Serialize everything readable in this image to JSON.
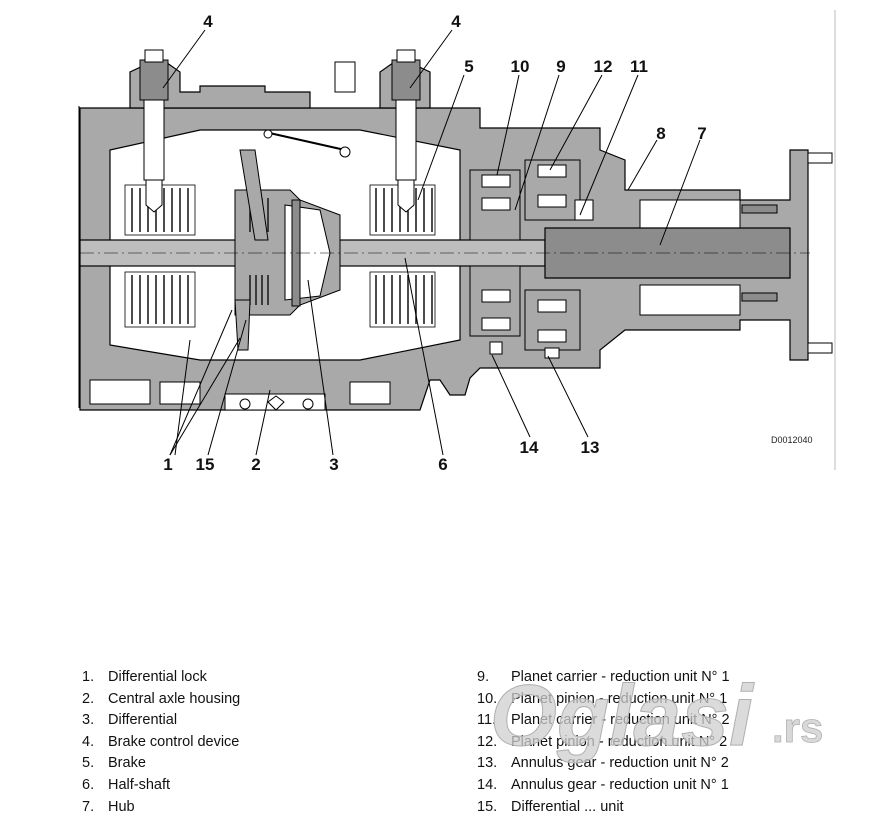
{
  "drawing_code": "D0012040",
  "callouts": [
    "4",
    "4",
    "5",
    "10",
    "9",
    "12",
    "11",
    "8",
    "7",
    "1",
    "15",
    "2",
    "3",
    "6",
    "14",
    "13"
  ],
  "legend_left": [
    {
      "num": "1.",
      "text": "Differential lock"
    },
    {
      "num": "2.",
      "text": "Central axle housing"
    },
    {
      "num": "3.",
      "text": "Differential"
    },
    {
      "num": "4.",
      "text": "Brake control device"
    },
    {
      "num": "5.",
      "text": "Brake"
    },
    {
      "num": "6.",
      "text": "Half-shaft"
    },
    {
      "num": "7.",
      "text": "Hub"
    }
  ],
  "legend_right": [
    {
      "num": "9.",
      "text": "Planet carrier - reduction unit N° 1"
    },
    {
      "num": "10.",
      "text": "Planet pinion - reduction unit N° 1"
    },
    {
      "num": "11.",
      "text": "Planet carrier - reduction unit N° 2"
    },
    {
      "num": "12.",
      "text": "Planet pinion - reduction unit N° 2"
    },
    {
      "num": "13.",
      "text": "Annulus gear - reduction unit N° 2"
    },
    {
      "num": "14.",
      "text": "Annulus gear - reduction unit N° 1"
    },
    {
      "num": "15.",
      "text": "Differential ... unit"
    }
  ],
  "watermark": {
    "brand": "Oglasi",
    "suffix": ".rs",
    "color": "#d9d9d9"
  },
  "colors": {
    "housing": "#a9a9a9",
    "housing_dark": "#8c8c8c",
    "line": "#000000",
    "white": "#ffffff"
  }
}
